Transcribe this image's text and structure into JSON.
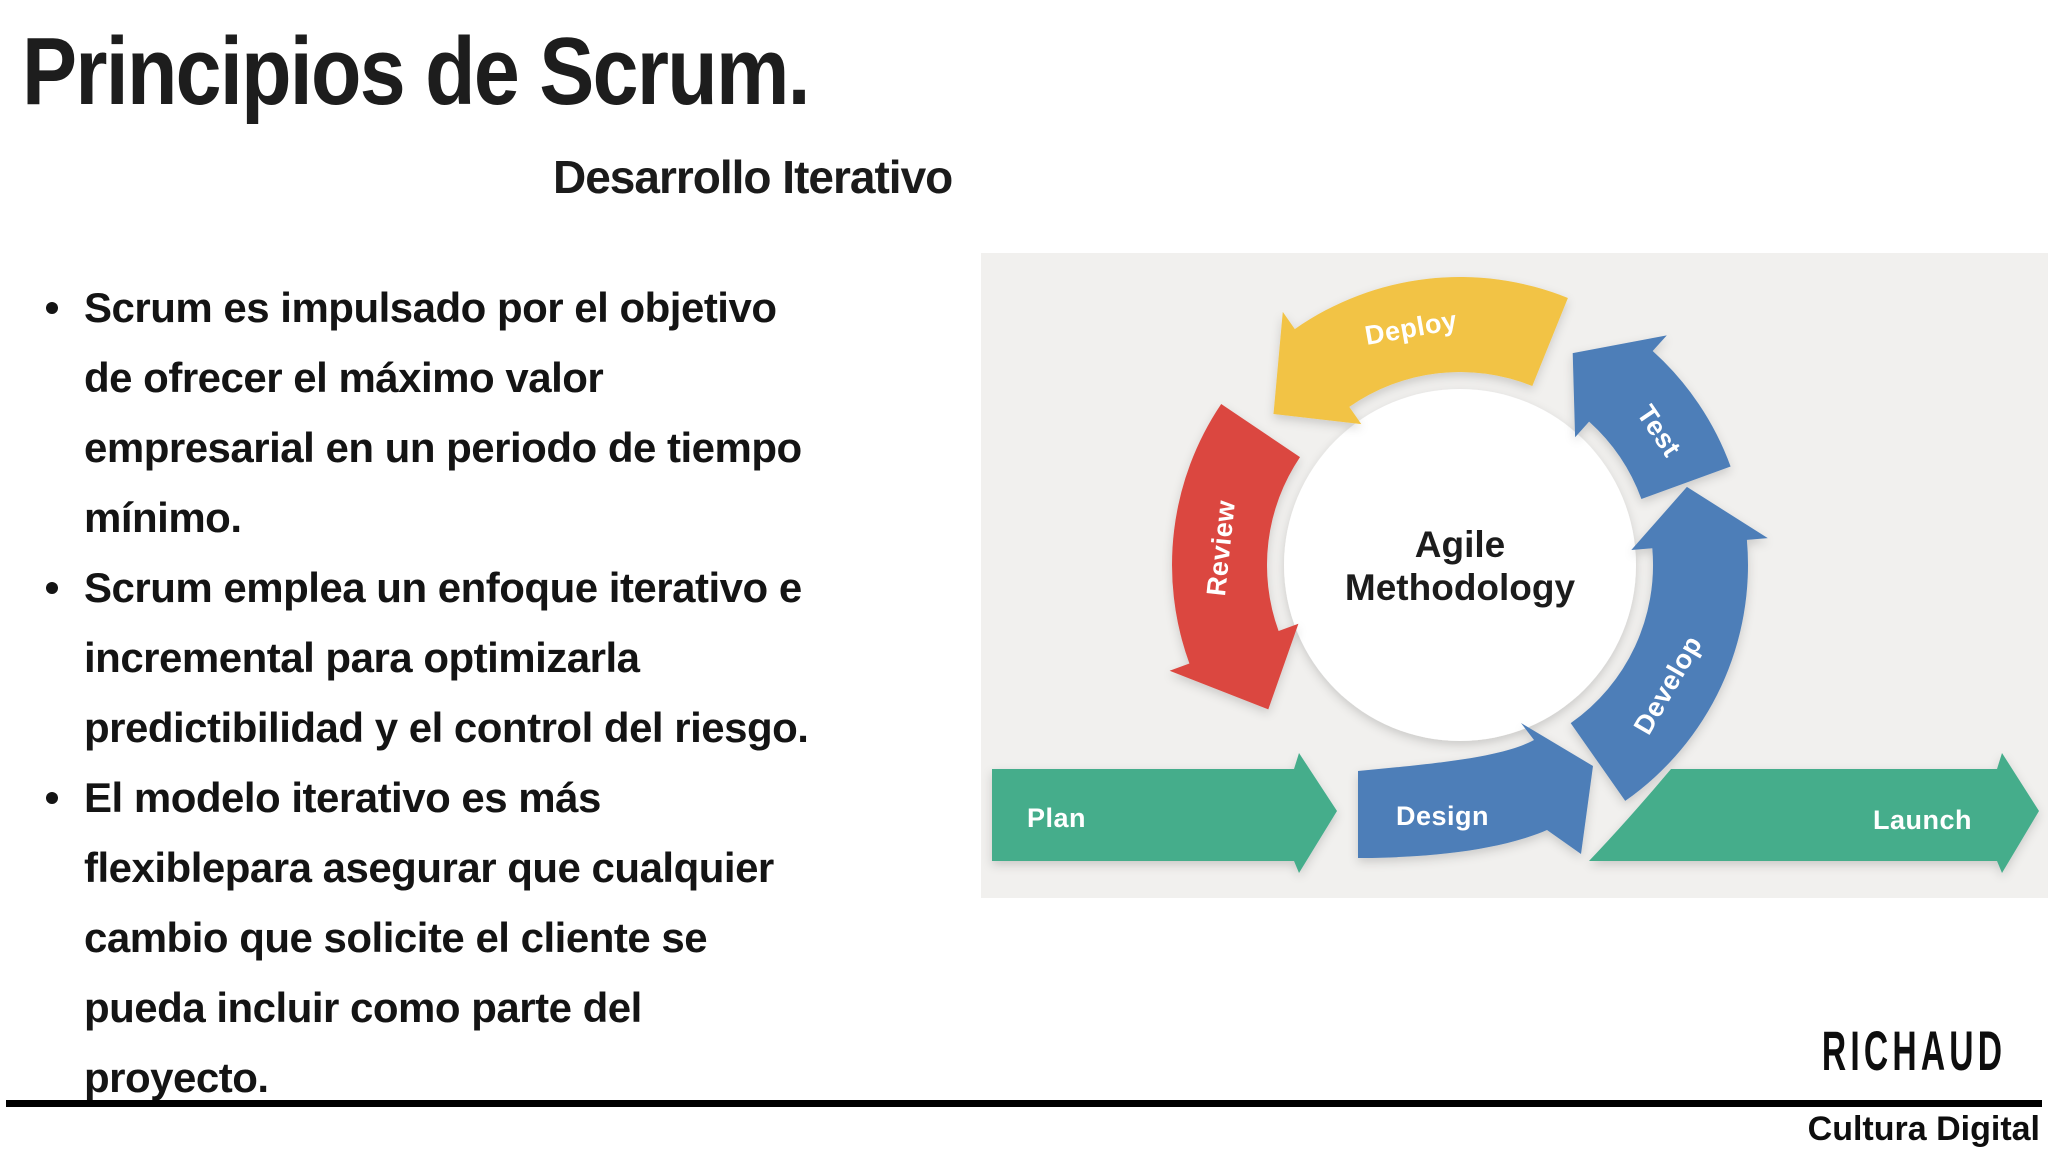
{
  "slide": {
    "title": "Principios de Scrum.",
    "subtitle": "Desarrollo Iterativo",
    "bullets": [
      "Scrum es impulsado por el objetivo\nde ofrecer el máximo valor\nempresarial en un periodo de tiempo\nmínimo.",
      "Scrum emplea un enfoque iterativo e\nincremental para optimizarla\npredictibilidad y el control del riesgo.",
      "El modelo iterativo es más\nflexiblepara asegurar que cualquier\ncambio que solicite el cliente se\npueda incluir como parte del\nproyecto."
    ]
  },
  "diagram": {
    "center": {
      "line1": "Agile",
      "line2": "Methodology"
    },
    "stages": {
      "deploy": "Deploy",
      "test": "Test",
      "develop": "Develop",
      "review": "Review",
      "plan": "Plan",
      "design": "Design",
      "launch": "Launch"
    },
    "colors": {
      "panel_bg": "#F1F0EE",
      "yellow": "#F2C344",
      "blue": "#4D7EB8",
      "red": "#DB473F",
      "green": "#45AD8B",
      "circle": "#FFFFFF",
      "label": "#FFFFFF",
      "center_text": "#1C1C1C"
    }
  },
  "footer": {
    "brand": "RICHAUD",
    "tagline": "Cultura Digital"
  }
}
